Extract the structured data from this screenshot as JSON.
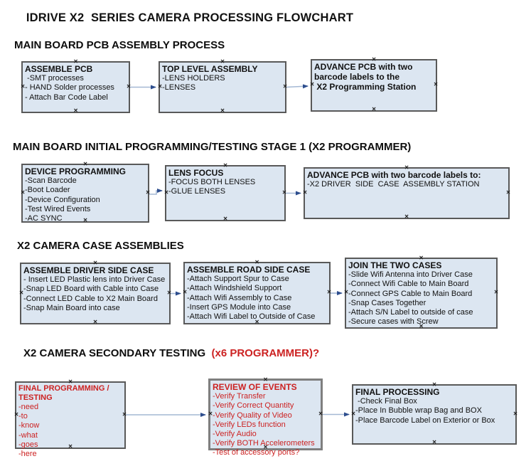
{
  "page_title": "IDRIVE X2  SERIES CAMERA PROCESSING FLOWCHART",
  "colors": {
    "box_fill": "#dce6f1",
    "box_border": "#595959",
    "red_text": "#cc2222",
    "arrow_line": "#a4b8d4",
    "arrow_head": "#2e4e8e"
  },
  "sections": [
    {
      "heading": "MAIN BOARD PCB ASSEMBLY PROCESS",
      "boxes": [
        {
          "title": "ASSEMBLE PCB",
          "items": [
            " -SMT processes",
            "- HAND Solder processes",
            "- Attach Bar Code Label"
          ]
        },
        {
          "title": "TOP LEVEL ASSEMBLY",
          "items": [
            "-LENS HOLDERS",
            "-LENSES"
          ]
        },
        {
          "title": "ADVANCE PCB with two\nbarcode labels to the\n X2 Programming Station",
          "items": []
        }
      ]
    },
    {
      "heading": "MAIN BOARD INITIAL PROGRAMMING/TESTING STAGE 1 (X2 PROGRAMMER)",
      "boxes": [
        {
          "title": "DEVICE PROGRAMMING",
          "items": [
            "-Scan Barcode",
            "-Boot Loader",
            "-Device Configuration",
            "-Test Wired Events",
            "-AC SYNC"
          ]
        },
        {
          "title": "LENS FOCUS",
          "items": [
            "-FOCUS BOTH LENSES",
            "-GLUE LENSES"
          ]
        },
        {
          "title": "ADVANCE PCB with two barcode labels to:",
          "items": [
            "-X2 DRIVER  SIDE  CASE  ASSEMBLY STATION"
          ]
        }
      ]
    },
    {
      "heading": "X2 CAMERA CASE ASSEMBLIES",
      "boxes": [
        {
          "title": "ASSEMBLE DRIVER SIDE CASE",
          "items": [
            "- Insert LED Plastic lens into Driver Case",
            "-Snap LED Board with Cable into Case",
            "-Connect LED Cable to X2 Main Board",
            "-Snap Main Board into case"
          ]
        },
        {
          "title": "ASSEMBLE ROAD SIDE CASE",
          "items": [
            "-Attach Support Spur to Case",
            "-Attach Windshield Support",
            "-Attach Wifi Assembly to Case",
            "-Insert GPS Module into Case",
            "-Attach Wifi Label to Outside of Case"
          ]
        },
        {
          "title": "JOIN THE TWO CASES",
          "items": [
            "-Slide Wifi Antenna into Driver Case",
            "-Connect Wifi Cable to Main Board",
            "-Connect GPS Cable to Main Board",
            "-Snap Cases Together",
            "-Attach S/N Label to outside of case",
            "-Secure cases with Screw"
          ]
        }
      ]
    },
    {
      "heading": "X2 CAMERA SECONDARY TESTING  ",
      "heading_suffix": "(x6 PROGRAMMER)?",
      "boxes": [
        {
          "title": "FINAL PROGRAMMING / TESTING",
          "items": [
            "-need",
            "-to",
            "-know",
            "-what",
            "-goes",
            "-here"
          ]
        },
        {
          "title": "REVIEW OF EVENTS",
          "items": [
            "-Verify Transfer",
            "-Verify Correct Quantity",
            "-Verify Quality of Video",
            "-Verify LEDs function",
            "-Verify Audio",
            "-Verify BOTH Accelerometers",
            "-Test of accessory ports?"
          ]
        },
        {
          "title": "FINAL PROCESSING",
          "items": [
            " -Check Final Box",
            "-Place In Bubble wrap Bag and BOX",
            "-Place Barcode Label on Exterior or Box"
          ]
        }
      ]
    }
  ]
}
